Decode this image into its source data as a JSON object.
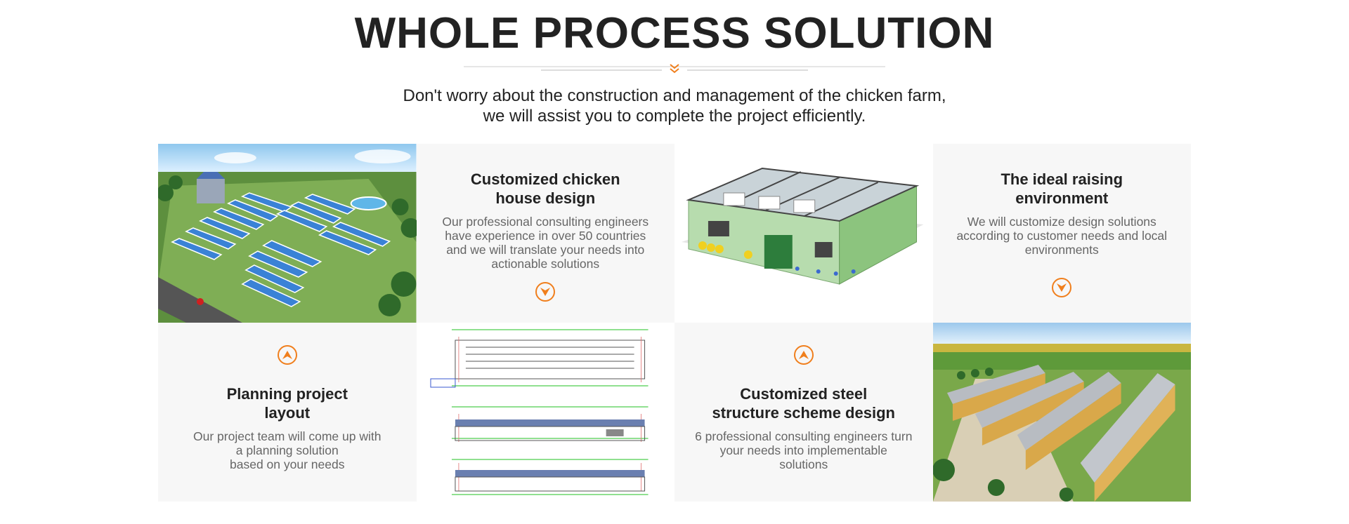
{
  "header": {
    "title": "WHOLE PROCESS SOLUTION",
    "subtitle_line1": "Don't worry about the construction and management of the chicken farm,",
    "subtitle_line2": "we will assist you to complete the project efficiently.",
    "accent_color": "#f07f1d"
  },
  "cards": [
    {
      "title": "Customized chicken\nhouse design",
      "desc": "Our professional consulting engineers\nhave experience in over 50 countries\nand we will translate your needs into\nactionable solutions",
      "icon": "chevron-down-circle-icon"
    },
    {
      "title": "The ideal raising\nenvironment",
      "desc": "We will customize design solutions\naccording to customer needs and local\nenvironments",
      "icon": "chevron-down-circle-icon"
    },
    {
      "title": "Planning project\nlayout",
      "desc": "Our project team will come up with\na planning solution\nbased on your needs",
      "icon": "chevron-up-circle-icon"
    },
    {
      "title": "Customized steel\nstructure scheme design",
      "desc": "6 professional consulting engineers turn\nyour needs into implementable\nsolutions",
      "icon": "chevron-up-circle-icon"
    }
  ]
}
